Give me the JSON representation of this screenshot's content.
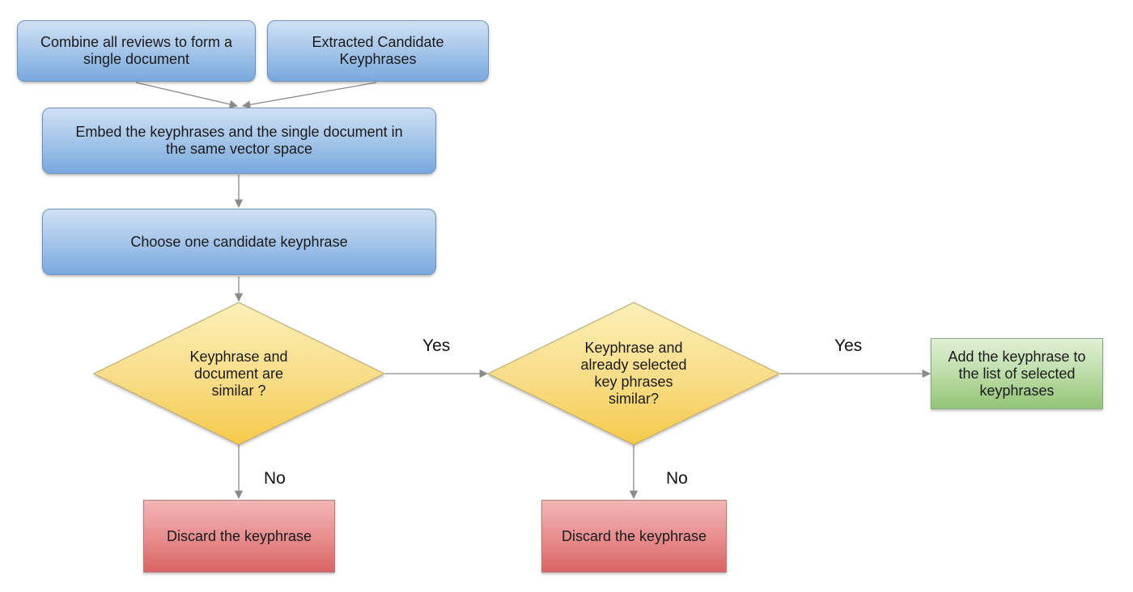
{
  "nodes": {
    "combine": "Combine all reviews to form a single document",
    "extracted": "Extracted Candidate Keyphrases",
    "embed": "Embed the keyphrases and the single document in the same vector space",
    "choose": "Choose one candidate keyphrase",
    "decision1": "Keyphrase and document are similar ?",
    "decision2": "Keyphrase and already selected key phrases similar?",
    "add": "Add the keyphrase to the list of selected keyphrases",
    "discard1": "Discard the keyphrase",
    "discard2": "Discard the keyphrase"
  },
  "edge_labels": {
    "yes1": "Yes",
    "yes2": "Yes",
    "no1": "No",
    "no2": "No"
  },
  "colors": {
    "process": "#a9c8ea",
    "decision": "#f7d36a",
    "discard": "#e88f8f",
    "result": "#bcdca8",
    "connector": "#8a8a8a"
  }
}
